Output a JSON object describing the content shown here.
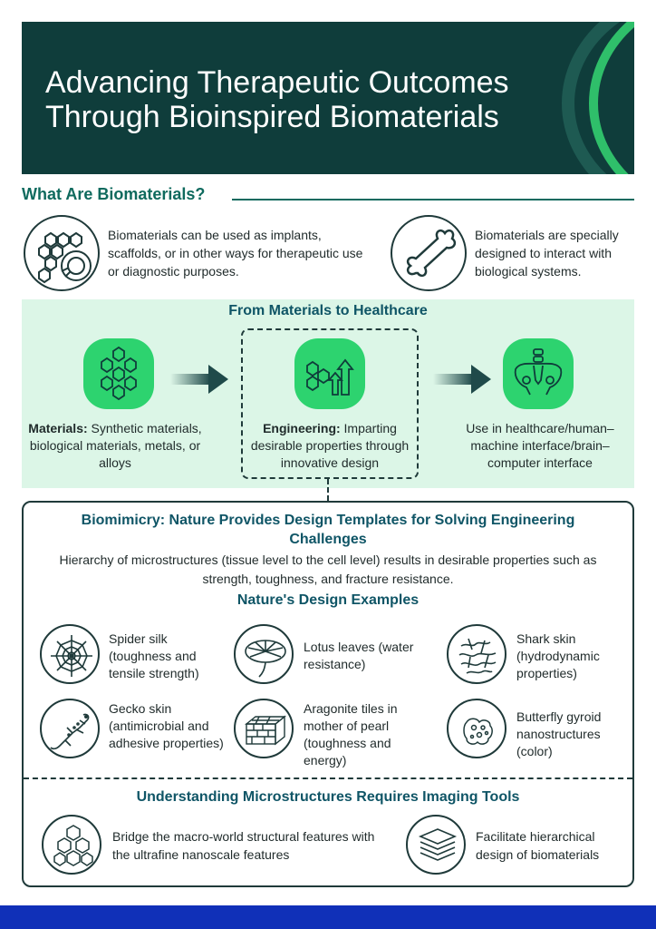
{
  "header": {
    "title": "Advancing Therapeutic Outcomes Through Bioinspired Biomaterials"
  },
  "what_are": {
    "heading": "What Are Biomaterials?",
    "items": [
      {
        "icon": "hexagon-scaffold-icon",
        "text": "Biomaterials can be used as implants, scaffolds, or in other ways for therapeutic use or diagnostic purposes."
      },
      {
        "icon": "bone-icon",
        "text": "Biomaterials are specially designed to interact with biological systems."
      }
    ]
  },
  "healthcare": {
    "title": "From Materials to Healthcare",
    "steps": [
      {
        "icon": "molecule-hexagon-icon",
        "bold": "Materials:",
        "text": " Synthetic materials, biological materials, metals, or alloys"
      },
      {
        "icon": "engineering-arrows-icon",
        "bold": "Engineering:",
        "text": " Imparting desirable properties through innovative design"
      },
      {
        "icon": "pelvis-icon",
        "bold": "",
        "text": "Use in healthcare/human–machine interface/brain–computer interface"
      }
    ]
  },
  "biomimicry": {
    "title": "Biomimicry: Nature Provides Design Templates for Solving Engineering Challenges",
    "description": "Hierarchy of microstructures (tissue level to the cell level) results in desirable properties such as strength, toughness, and fracture resistance.",
    "examples_title": "Nature's Design Examples",
    "examples": [
      {
        "icon": "spider-web-icon",
        "text": "Spider silk (toughness and tensile strength)"
      },
      {
        "icon": "lotus-leaf-icon",
        "text": "Lotus leaves (water resistance)"
      },
      {
        "icon": "shark-skin-icon",
        "text": "Shark skin (hydrodynamic properties)"
      },
      {
        "icon": "gecko-icon",
        "text": "Gecko skin (antimicrobial and adhesive properties)"
      },
      {
        "icon": "aragonite-tiles-icon",
        "text": "Aragonite tiles in mother of pearl (toughness and energy)"
      },
      {
        "icon": "gyroid-icon",
        "text": "Butterfly gyroid nanostructures (color)"
      }
    ]
  },
  "imaging": {
    "title": "Understanding Microstructures Requires Imaging Tools",
    "items": [
      {
        "icon": "honeycomb-icon",
        "text": "Bridge the macro-world structural features with the ultrafine nanoscale features"
      },
      {
        "icon": "layers-icon",
        "text": "Facilitate hierarchical design of biomaterials"
      }
    ]
  },
  "colors": {
    "header_bg": "#0f3d3b",
    "accent_green": "#2dd36f",
    "panel_bg": "#dcf6e7",
    "heading_teal": "#0f5566",
    "footer_blue": "#1030b8"
  }
}
